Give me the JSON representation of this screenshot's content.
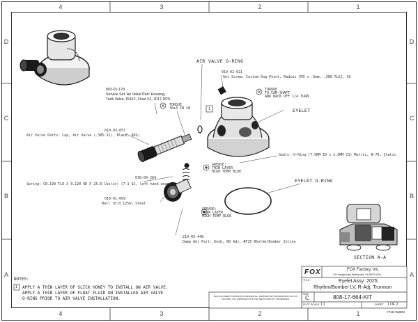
{
  "zones": {
    "top": [
      "4",
      "3",
      "2",
      "1"
    ],
    "side": [
      "D",
      "C",
      "B",
      "A"
    ]
  },
  "labels": {
    "air_valve_oring": "AIR VALVE O-RING",
    "set_screw_pn": "019-02-021",
    "set_screw_desc": "Set Screw: Custom Dog Point, Radius [M3 x .5mm, .300 TLG], SS",
    "torque_set_screw_1": "TORQUE",
    "torque_set_screw_2": "TO CAM SHAFT",
    "torque_set_screw_3": "AND BACK OFF 1/4 TURN",
    "service_set_pn": "803-01-178",
    "service_set_l1": "Service Set: Air Valve Part: Housing,",
    "service_set_l2": "Tank Valve, DHX2, Float X2, 2017 DPS",
    "torque_valve_1": "TORQUE",
    "torque_valve_2": "30±3 IN LB",
    "note_callout": "1",
    "air_valve_parts_pn": "010-03-057",
    "air_valve_parts_desc": "Air Valve Parts: Cap, Air Valve (.305-32), Black, 8DU)",
    "eyelet": "EYELET",
    "seals_desc": "Seals: O-Ring (7.5MM ID x 1.5MM CS) Metric, N-70, Static",
    "grease_1": "GREASE:",
    "grease_2": "THIN LAYER",
    "grease_3": "HIGH TEMP BLUE",
    "spring_pn": "038-00-264",
    "spring_desc": "Spring: CB.199 TLO X 0.120 OD X 25.6 lbs/in) (7-1 SS, left hand wound",
    "eyelet_oring": "EYELET O-RING",
    "ball_pn": "010-01-009",
    "ball_desc": "Ball (0.0.125G) Steel",
    "grease2_1": "GREASE:",
    "grease2_2": "THIN LAYER",
    "grease2_3": "HIGH TEMP BLUE",
    "damp_pn": "210-03-448",
    "damp_desc": "Damp Adj Part: Knob, RD Adj, #F25 Rhythm/Bomber Inline",
    "section": "SECTION  A-A"
  },
  "notes": {
    "heading": "NOTES:",
    "num": "1",
    "line1": "APPLY A THIN LAYER OF SLICK HONEY TO INSTALL ON AIR VALVE.",
    "line2": "APPLY A THIN LAYER OF FLOAT FLUID ON INSTALLED AIR VALVE",
    "line3": "O-RING PRIOR TO AIR VALVE INSTALLATION."
  },
  "title_block": {
    "brand": "FOX",
    "company": "FOX Factory, Inc.",
    "address": "130 Hangar Way, Watsonville, CA 95076 USA",
    "title_small": "TITLE",
    "title_l1": "Eyelet Assy: 2025,",
    "title_l2": "Rhythm/Bomber LV, R-Adj, Trunnion",
    "size_label": "SIZE",
    "size": "C",
    "part_number": "808-17-664-KIT",
    "scale_label": "PLOT SCALE",
    "scale": "1:1",
    "sheet_label": "SHEET",
    "sheet": "1 OF 2",
    "proprietary": "THIS DOCUMENT CONTAINS CONFIDENTIAL, PROPRIETARY INFORMATION OF FOX FACTORY, INC. REPRODUCTION OR USE IS STRICTLY PROHIBITED",
    "footer": "ProE W3EM"
  },
  "colors": {
    "line": "#333333",
    "part_dark": "#1a1a1a",
    "part_light": "#d9d9d9",
    "part_mid": "#8c8c8c"
  }
}
